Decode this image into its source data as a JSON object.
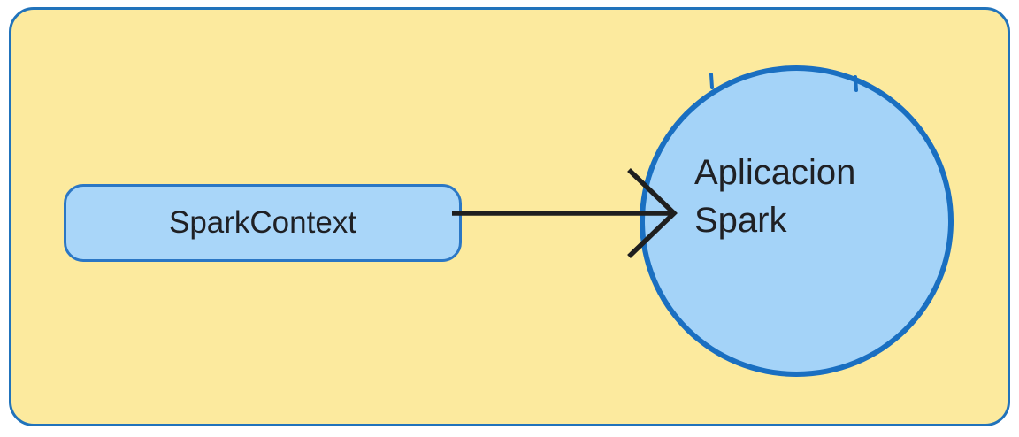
{
  "diagram": {
    "nodes": [
      {
        "id": "spark-context",
        "shape": "rounded-rect",
        "label": "SparkContext"
      },
      {
        "id": "aplicacion-spark",
        "shape": "circle",
        "label": "Aplicacion Spark",
        "label_lines": [
          "Aplicacion",
          "Spark"
        ]
      }
    ],
    "edges": [
      {
        "from": "spark-context",
        "to": "aplicacion-spark",
        "style": "open-v-arrowhead"
      }
    ],
    "colors": {
      "canvas_fill": "#fcea9e",
      "canvas_border": "#2173bb",
      "rect_fill": "#a9d6f9",
      "rect_border": "#2b77c5",
      "circle_fill": "#a4d3f8",
      "circle_border": "#1a6fc1",
      "arrow": "#1f1f1f",
      "text": "#1f2024"
    }
  }
}
